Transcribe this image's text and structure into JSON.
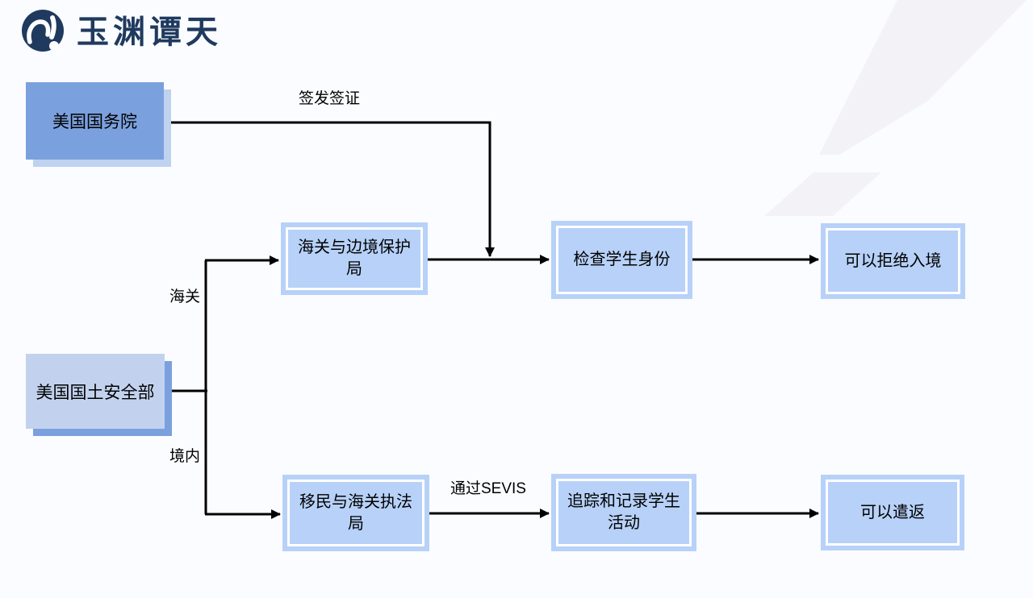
{
  "logo": {
    "brand_text": "玉渊谭天",
    "icon": "yuyuan-tantian-logo"
  },
  "background": {
    "page_color": "#FBFCFF",
    "stripe_color": "#F2F2F7"
  },
  "flowchart": {
    "nodes": {
      "state_dept": {
        "label": "美国国务院",
        "style": "solid-blue"
      },
      "dhs": {
        "label": "美国国土安全部",
        "style": "solid-light-blue"
      },
      "cbp": {
        "label": "海关与边境保护局",
        "style": "double-border"
      },
      "ice": {
        "label": "移民与海关执法局",
        "style": "double-border"
      },
      "check_identity": {
        "label": "检查学生身份",
        "style": "double-border"
      },
      "deny_entry": {
        "label": "可以拒绝入境",
        "style": "double-border"
      },
      "track_record": {
        "label": "追踪和记录学生活动",
        "style": "double-border"
      },
      "deport": {
        "label": "可以遣返",
        "style": "double-border"
      }
    },
    "edge_labels": {
      "issue_visa": "签发签证",
      "customs": "海关",
      "domestic": "境内",
      "via_sevis": "通过SEVIS"
    },
    "edges": [
      {
        "from": "state_dept",
        "to": "check_identity_inbound_line",
        "label": "签发签证"
      },
      {
        "from": "dhs",
        "to": "cbp",
        "label": "海关"
      },
      {
        "from": "dhs",
        "to": "ice",
        "label": "境内"
      },
      {
        "from": "cbp",
        "to": "check_identity",
        "label": ""
      },
      {
        "from": "check_identity",
        "to": "deny_entry",
        "label": ""
      },
      {
        "from": "ice",
        "to": "track_record",
        "label": "通过SEVIS"
      },
      {
        "from": "track_record",
        "to": "deport",
        "label": ""
      }
    ],
    "colors": {
      "node_primary_fill": "#7BA0DE",
      "node_primary_shadow": "#BFD2EF",
      "node_light_fill": "#C2D2EE",
      "node_light_shadow": "#7BA0DE",
      "node_process_fill": "#B7D1F8",
      "node_process_gap": "#FFFFFF",
      "connector": "#000000",
      "brand_navy": "#1F3A5E"
    }
  }
}
